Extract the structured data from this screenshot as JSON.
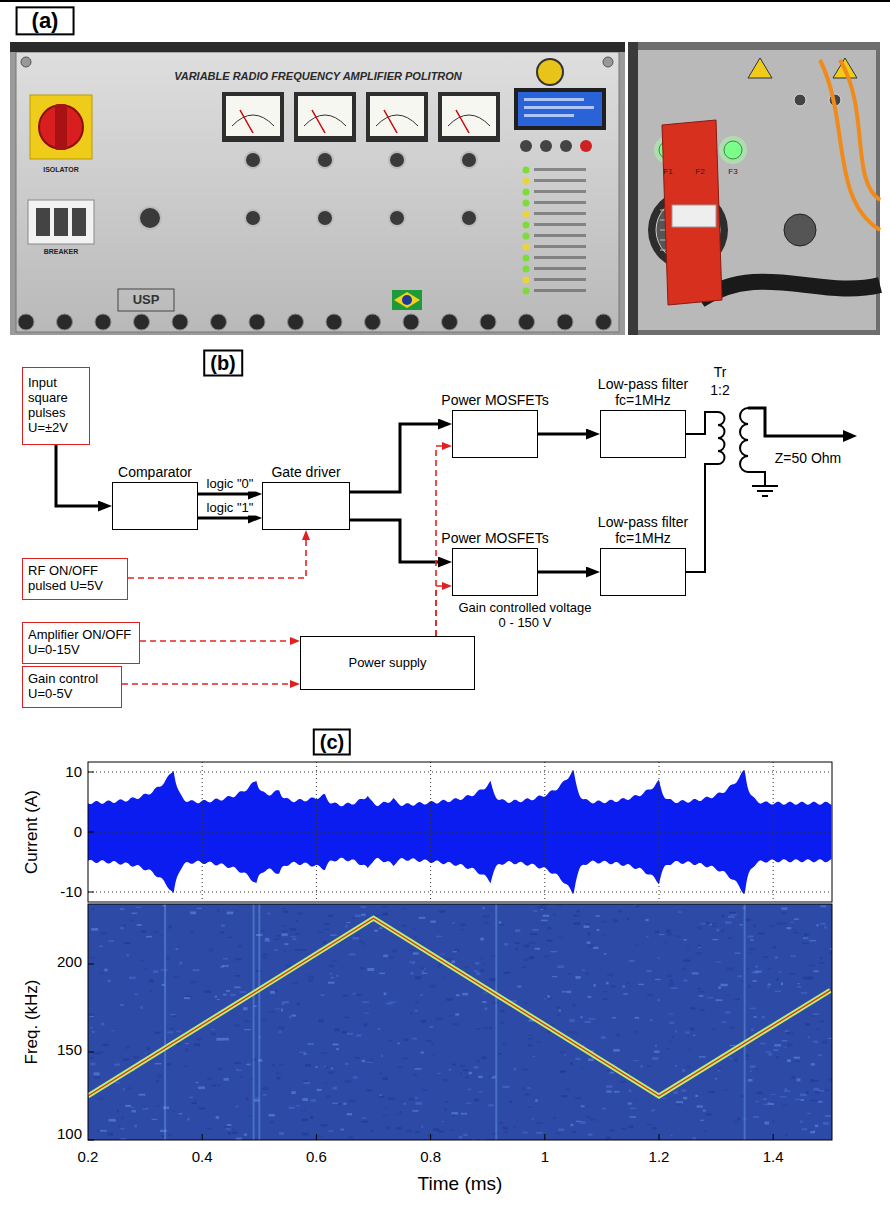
{
  "diagram": {
    "nodes": [
      {
        "text": [
          "Input square pulses U=±2V"
        ]
      },
      {
        "text": [
          "Comparator"
        ]
      },
      {
        "text": [
          "Gate driver"
        ]
      },
      {
        "text": [
          "Power MOSFETs"
        ]
      },
      {
        "text": [
          "Low-pass filter fc=1MHz"
        ]
      },
      {
        "text": [
          "Power MOSFETs"
        ]
      },
      {
        "text": [
          "Low-pass filter fc=1MHz"
        ]
      },
      {
        "text": [
          "RF ON/OFF pulsed U=5V"
        ]
      },
      {
        "text": [
          "Amplifier ON/OFF U=0-15V"
        ]
      },
      {
        "text": [
          "Gain control U=0-5V"
        ]
      },
      {
        "text": [
          "Power supply"
        ]
      }
    ],
    "edges": [
      {
        "from": 0,
        "to": 1,
        "arrow": "to"
      },
      {
        "from": 1,
        "to": 2,
        "label": "logic \"0\"",
        "arrow": "to"
      },
      {
        "from": 1,
        "to": 2,
        "label": "logic \"1\"",
        "arrow": "to"
      },
      {
        "from": 2,
        "to": 3,
        "arrow": "to"
      },
      {
        "from": 2,
        "to": 5,
        "arrow": "to"
      },
      {
        "from": 3,
        "to": 4,
        "arrow": "to"
      },
      {
        "from": 5,
        "to": 6,
        "arrow": "to"
      },
      {
        "from": 7,
        "to": 2,
        "arrow": "to"
      },
      {
        "from": 8,
        "to": 10,
        "arrow": "to"
      },
      {
        "from": 9,
        "to": 10,
        "arrow": "to"
      },
      {
        "from": 10,
        "to": 3,
        "arrow": "to"
      },
      {
        "from": 10,
        "to": 5,
        "arrow": "to"
      }
    ],
    "labels": [
      "(a)",
      "VARIABLE RADIO FREQUENCY AMPLIFIER POLITRON",
      "ISOLATOR",
      "BREAKER",
      "USP",
      "F1",
      "F2",
      "F3",
      "(b)",
      "Tr",
      "1:2",
      "Z=50 Ohm",
      "Gain controlled voltage 0 - 150 V",
      "(c)",
      "Current (A)",
      "10",
      "0",
      "-10",
      "Freq. (kHz)",
      "200",
      "150",
      "100",
      "Time (ms)",
      "0.2",
      "0.4",
      "0.6",
      "0.8",
      "1",
      "1.2",
      "1.4"
    ]
  }
}
